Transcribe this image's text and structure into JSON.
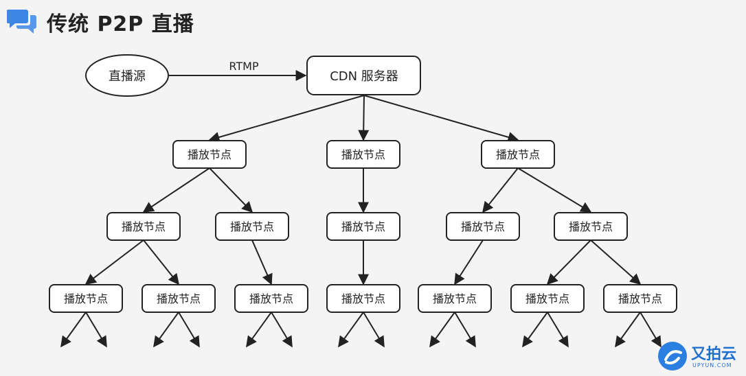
{
  "header": {
    "title": "传统 P2P 直播"
  },
  "diagram": {
    "source_label": "直播源",
    "edge_label": "RTMP",
    "cdn_label": "CDN 服务器",
    "node_label": "播放节点"
  },
  "logo": {
    "name": "又拍云",
    "subtext": "UPYUN.COM"
  },
  "colors": {
    "accent": "#3d86e6",
    "line": "#222222",
    "node_fill": "#ffffff"
  }
}
